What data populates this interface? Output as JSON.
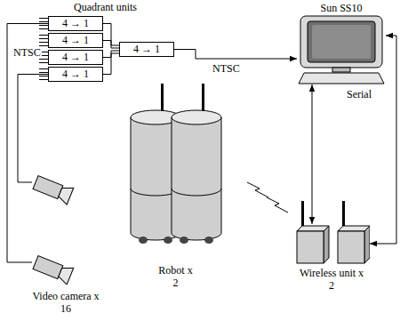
{
  "diagram": {
    "nodes": [
      {
        "text": [
          "4 → 1"
        ]
      },
      {
        "text": [
          "4 → 1"
        ]
      },
      {
        "text": [
          "4 → 1"
        ]
      },
      {
        "text": [
          "4 → 1"
        ]
      },
      {
        "text": [
          "4 → 1"
        ]
      },
      {
        "text": [
          "Sun SS10"
        ]
      },
      {
        "text": [
          "Robot x 2"
        ]
      },
      {
        "text": [
          "Wireless unit x 2"
        ]
      },
      {
        "text": [
          "Video camera x 16"
        ]
      }
    ],
    "edges": [
      {
        "from": 0,
        "to": 4,
        "arrow": "none"
      },
      {
        "from": 1,
        "to": 4,
        "arrow": "none"
      },
      {
        "from": 2,
        "to": 4,
        "arrow": "none"
      },
      {
        "from": 3,
        "to": 4,
        "arrow": "none"
      },
      {
        "from": 4,
        "to": 5,
        "arrow": "to",
        "label": "NTSC"
      },
      {
        "from": 5,
        "to": 7,
        "arrow": "both",
        "label": "Serial"
      },
      {
        "from": 5,
        "to": 7,
        "arrow": "both"
      },
      {
        "from": 8,
        "to": 0,
        "arrow": "none"
      },
      {
        "from": 8,
        "to": 3,
        "arrow": "none"
      }
    ],
    "labels": [
      "Quadrant units",
      "NTSC"
    ]
  }
}
